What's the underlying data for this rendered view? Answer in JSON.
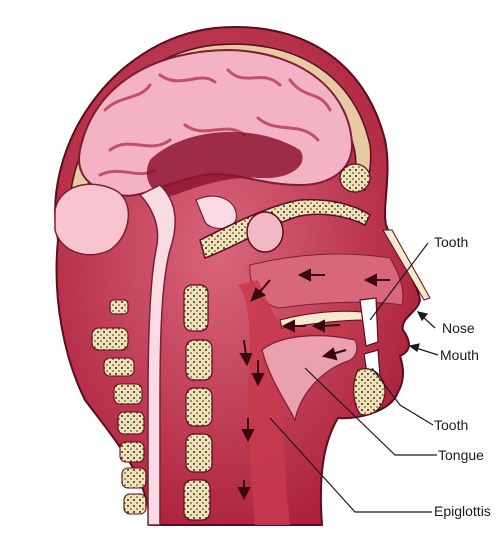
{
  "labels": {
    "tooth_upper": "Tooth",
    "nose": "Nose",
    "mouth": "Mouth",
    "tooth_lower": "Tooth",
    "tongue": "Tongue",
    "epiglottis": "Epiglottis"
  },
  "colors": {
    "skin_dark": "#b3243f",
    "skin_mid": "#cc4b62",
    "cavity": "#e18a9a",
    "brain": "#f6b6c7",
    "bone": "#efe2b8",
    "airway_arrow": "#3a0610"
  }
}
